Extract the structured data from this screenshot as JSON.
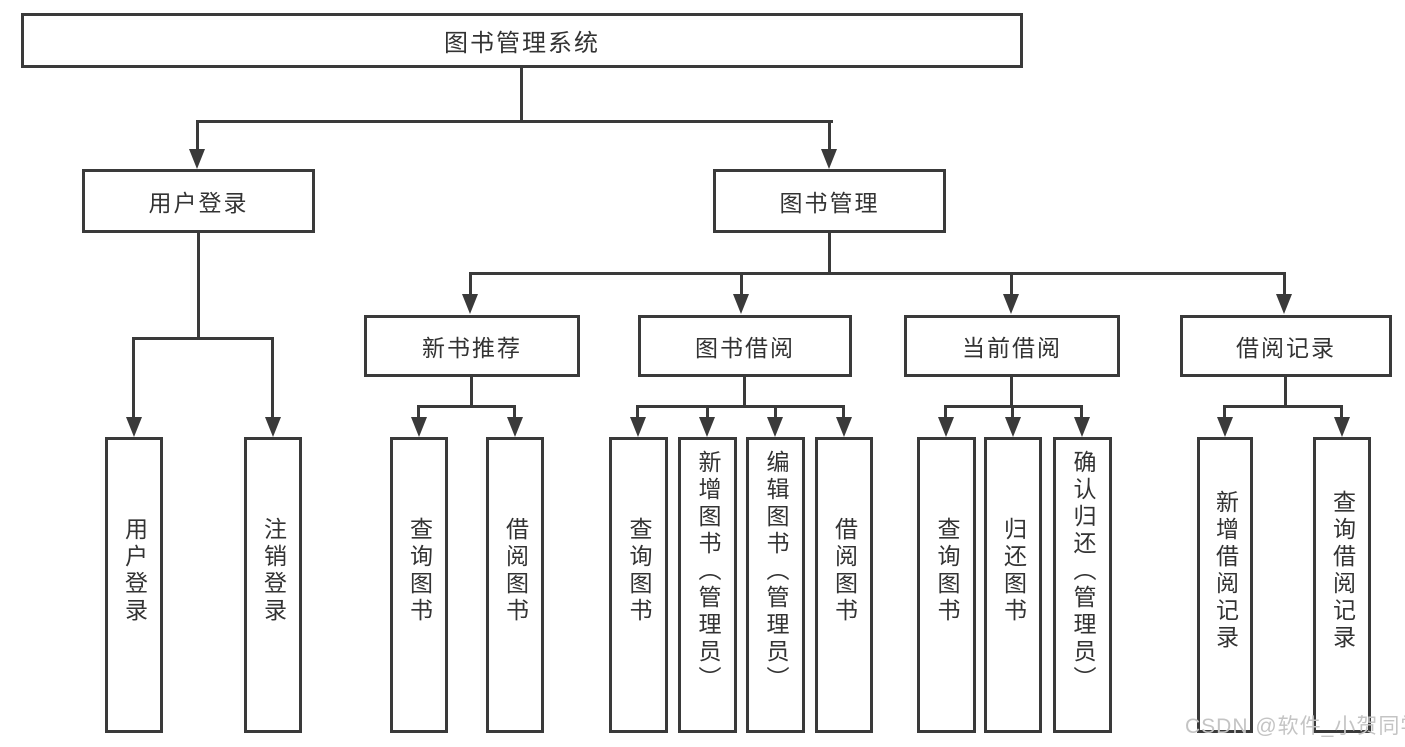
{
  "diagram": {
    "type": "hierarchy-tree",
    "tree": {
      "label": "图书管理系统",
      "children": [
        {
          "label": "用户登录",
          "children": [
            {
              "label": "用户登录"
            },
            {
              "label": "注销登录"
            }
          ]
        },
        {
          "label": "图书管理",
          "children": [
            {
              "label": "新书推荐",
              "children": [
                {
                  "label": "查询图书"
                },
                {
                  "label": "借阅图书"
                }
              ]
            },
            {
              "label": "图书借阅",
              "children": [
                {
                  "label": "查询图书"
                },
                {
                  "label": "新增图书（管理员）"
                },
                {
                  "label": "编辑图书（管理员）"
                },
                {
                  "label": "借阅图书"
                }
              ]
            },
            {
              "label": "当前借阅",
              "children": [
                {
                  "label": "查询图书"
                },
                {
                  "label": "归还图书"
                },
                {
                  "label": "确认归还（管理员）"
                }
              ]
            },
            {
              "label": "借阅记录",
              "children": [
                {
                  "label": "新增借阅记录"
                },
                {
                  "label": "查询借阅记录"
                }
              ]
            }
          ]
        }
      ]
    }
  },
  "watermark": {
    "text": "CSDN @软件_小贺同学",
    "color": "#c4c4c4"
  },
  "colors": {
    "line": "#3a3a3a",
    "box_border": "#3a3a3a",
    "text": "#333333",
    "background": "#ffffff"
  }
}
